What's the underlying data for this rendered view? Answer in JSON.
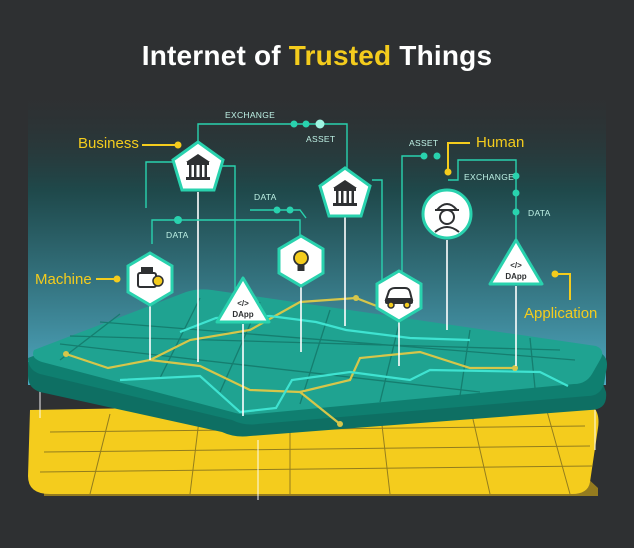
{
  "title": {
    "part1": "Internet of ",
    "highlight": "Trusted",
    "part2": " Things"
  },
  "entities": {
    "business": "Business",
    "human": "Human",
    "machine": "Machine",
    "application": "Application"
  },
  "flows": {
    "exchange_top": "EXCHANGE",
    "asset_top": "ASSET",
    "asset_right": "ASSET",
    "exchange_right": "EXCHANGE",
    "data_mid": "DATA",
    "data_left": "DATA",
    "data_right": "DATA"
  },
  "dapp_label": "DApp",
  "code_glyph": "</>",
  "colors": {
    "background": "#2e3032",
    "teal": "#1fa391",
    "teal_dark": "#0e6f63",
    "accent": "#f4cc1d",
    "node_line": "#29d2ae"
  }
}
